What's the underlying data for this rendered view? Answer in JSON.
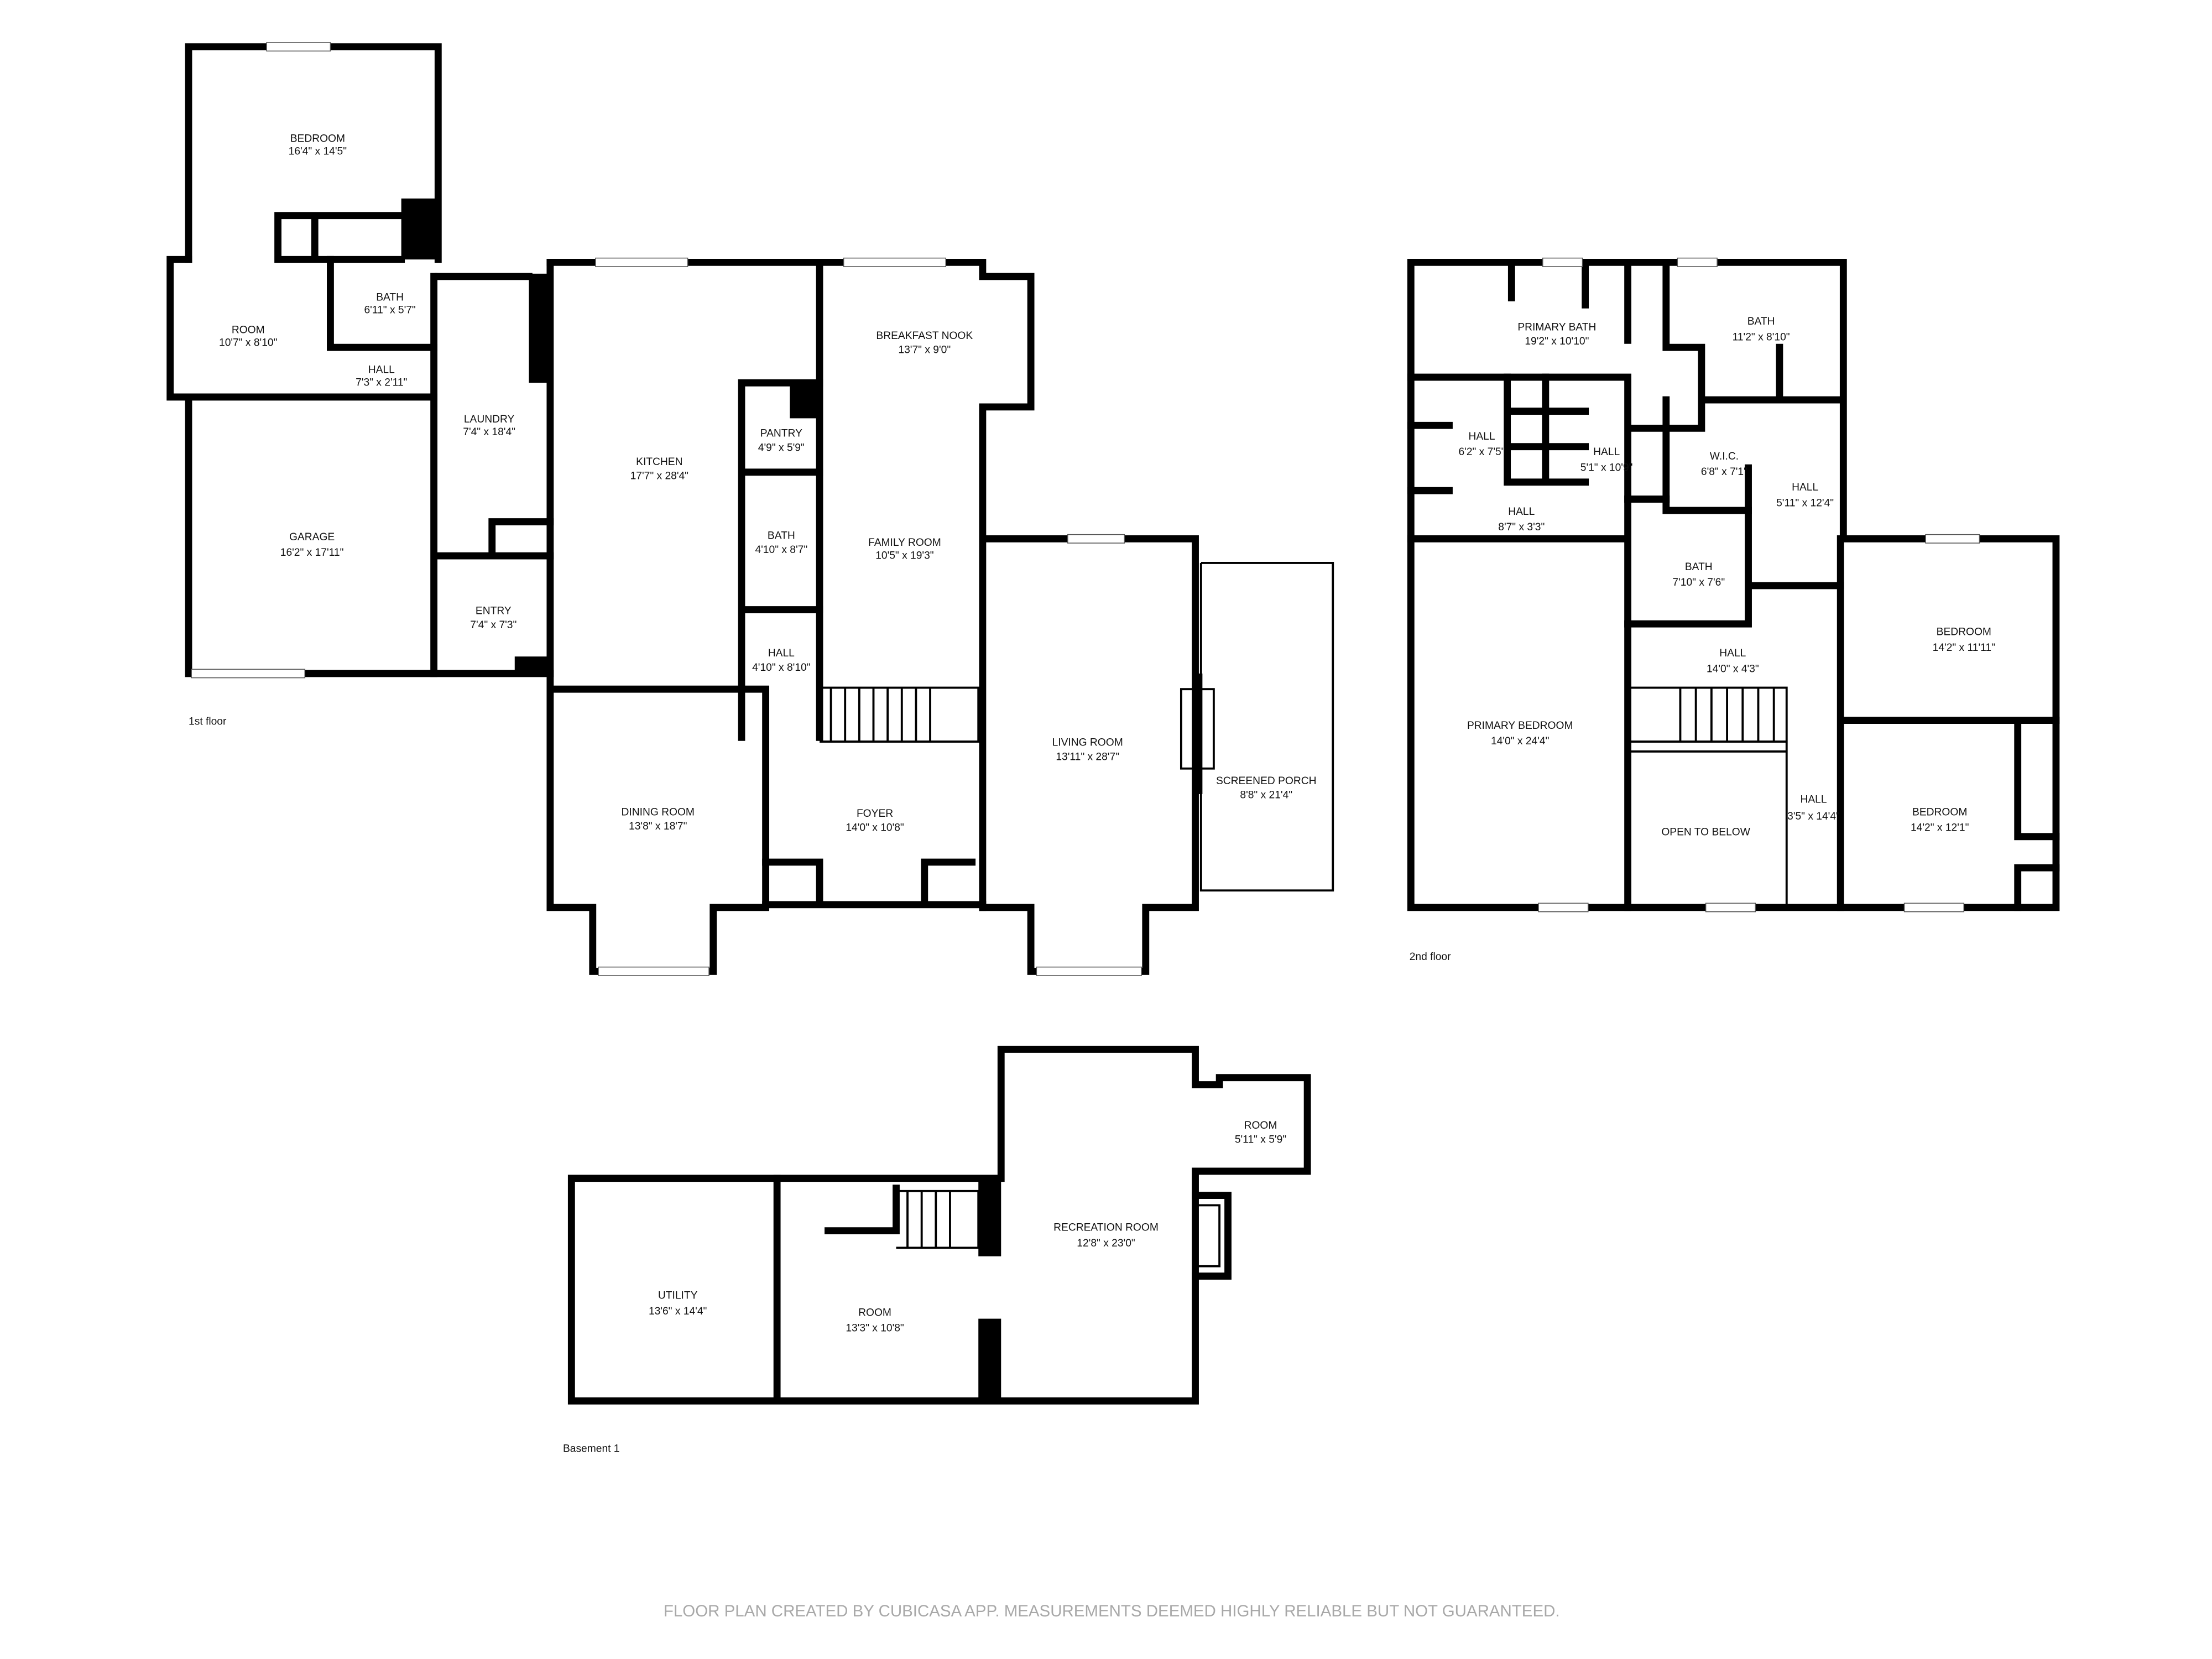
{
  "floors": {
    "first": {
      "name": "1st floor",
      "rooms": [
        {
          "name": "BEDROOM",
          "size": "16'4\" x 14'5\""
        },
        {
          "name": "ROOM",
          "size": "10'7\" x 8'10\""
        },
        {
          "name": "BATH",
          "size": "6'11\" x 5'7\""
        },
        {
          "name": "HALL",
          "size": "7'3\" x 2'11\""
        },
        {
          "name": "LAUNDRY",
          "size": "7'4\" x 18'4\""
        },
        {
          "name": "GARAGE",
          "size": "16'2\" x 17'11\""
        },
        {
          "name": "ENTRY",
          "size": "7'4\" x 7'3\""
        },
        {
          "name": "KITCHEN",
          "size": "17'7\" x 28'4\""
        },
        {
          "name": "PANTRY",
          "size": "4'9\" x 5'9\""
        },
        {
          "name": "BATH",
          "size": "4'10\" x 8'7\""
        },
        {
          "name": "HALL",
          "size": "4'10\" x 8'10\""
        },
        {
          "name": "BREAKFAST NOOK",
          "size": "13'7\" x 9'0\""
        },
        {
          "name": "FAMILY ROOM",
          "size": "10'5\" x 19'3\""
        },
        {
          "name": "DINING ROOM",
          "size": "13'8\" x 18'7\""
        },
        {
          "name": "FOYER",
          "size": "14'0\" x 10'8\""
        },
        {
          "name": "LIVING ROOM",
          "size": "13'11\" x 28'7\""
        },
        {
          "name": "SCREENED PORCH",
          "size": "8'8\" x 21'4\""
        }
      ]
    },
    "second": {
      "name": "2nd floor",
      "rooms": [
        {
          "name": "PRIMARY BATH",
          "size": "19'2\" x 10'10\""
        },
        {
          "name": "BATH",
          "size": "11'2\" x 8'10\""
        },
        {
          "name": "HALL",
          "size": "6'2\" x 7'5\""
        },
        {
          "name": "HALL",
          "size": "5'1\" x 10'9\""
        },
        {
          "name": "W.I.C.",
          "size": "6'8\" x 7'1\""
        },
        {
          "name": "HALL",
          "size": "5'11\" x 12'4\""
        },
        {
          "name": "HALL",
          "size": "8'7\" x 3'3\""
        },
        {
          "name": "BATH",
          "size": "7'10\" x 7'6\""
        },
        {
          "name": "HALL",
          "size": "14'0\" x 4'3\""
        },
        {
          "name": "BEDROOM",
          "size": "14'2\" x 11'11\""
        },
        {
          "name": "PRIMARY BEDROOM",
          "size": "14'0\" x 24'4\""
        },
        {
          "name": "OPEN TO BELOW",
          "size": ""
        },
        {
          "name": "HALL",
          "size": "3'5\" x 14'4\""
        },
        {
          "name": "BEDROOM",
          "size": "14'2\" x 12'1\""
        }
      ]
    },
    "basement": {
      "name": "Basement 1",
      "rooms": [
        {
          "name": "ROOM",
          "size": "5'11\" x 5'9\""
        },
        {
          "name": "RECREATION ROOM",
          "size": "12'8\" x 23'0\""
        },
        {
          "name": "UTILITY",
          "size": "13'6\" x 14'4\""
        },
        {
          "name": "ROOM",
          "size": "13'3\" x 10'8\""
        }
      ]
    }
  },
  "footer": "FLOOR PLAN CREATED BY CUBICASA APP. MEASUREMENTS DEEMED HIGHLY RELIABLE BUT NOT GUARANTEED.",
  "colors": {
    "walls": "#000000",
    "footer_text": "#a8a8a8",
    "background": "#ffffff"
  }
}
